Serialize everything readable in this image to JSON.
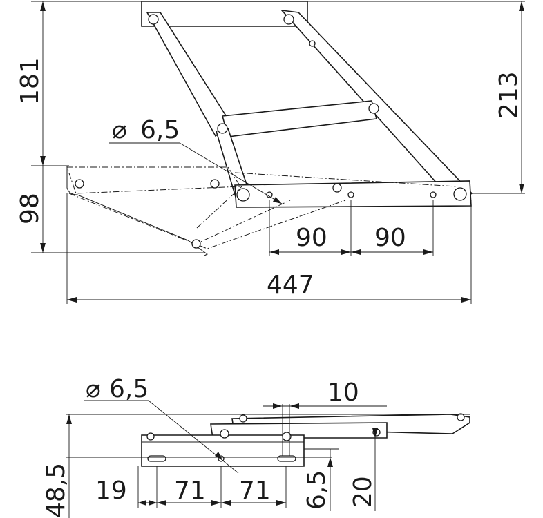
{
  "side_view": {
    "dim_height_upper": "181",
    "dim_height_lower": "98",
    "dim_height_total": "213",
    "dim_hole_diameter": "6,5",
    "dim_hole_spacing_1": "90",
    "dim_hole_spacing_2": "90",
    "dim_overall_length": "447"
  },
  "bottom_view": {
    "dim_hole_diameter": "6,5",
    "dim_slot_width": "10",
    "dim_height": "48,5",
    "dim_edge_offset": "19",
    "dim_hole_spacing_1": "71",
    "dim_hole_spacing_2": "71",
    "dim_hole_offset": "6,5",
    "dim_flange_height": "20"
  },
  "diameter_symbol": "⌀"
}
